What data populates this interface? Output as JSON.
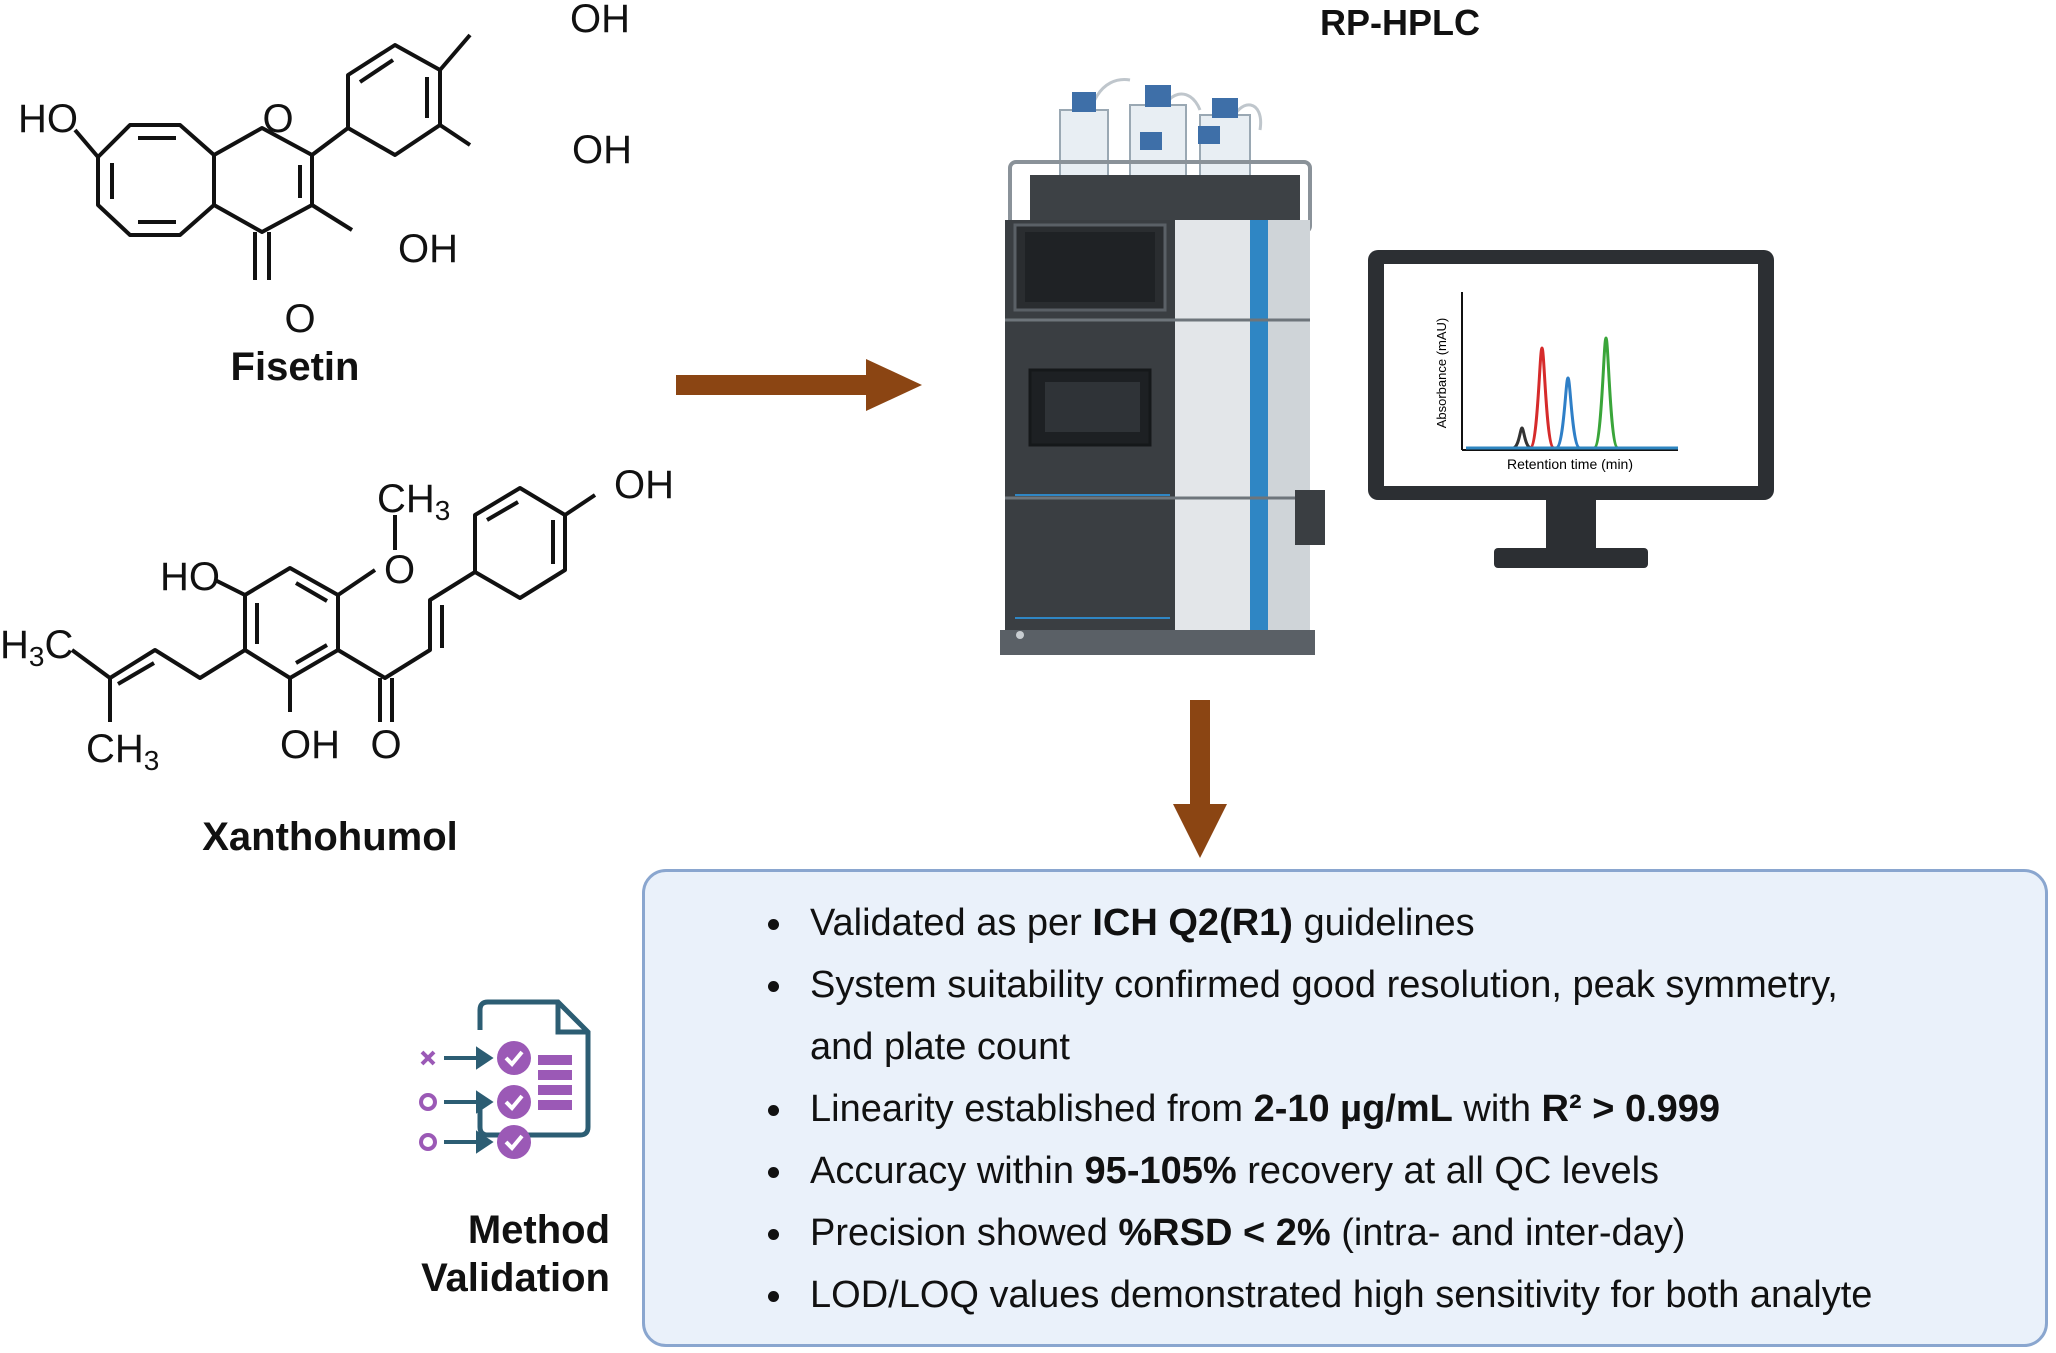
{
  "hplc": {
    "title": "RP-HPLC"
  },
  "compounds": [
    {
      "name": "Fisetin",
      "labels": {
        "ho_left": "HO",
        "ring_o": "O",
        "oh_top": "OH",
        "oh_mid": "OH",
        "oh_c3": "OH",
        "carbonyl_o": "O"
      }
    },
    {
      "name": "Xanthohumol",
      "labels": {
        "oh_para": "OH",
        "ch3_methoxy": "CH",
        "ch3_methoxy_sub": "3",
        "o_methoxy": "O",
        "ho_ring": "HO",
        "h3c": "H",
        "h3c_sub": "3",
        "h3c_c": "C",
        "ch3_lower": "CH",
        "ch3_lower_sub": "3",
        "oh_lower": "OH",
        "carbonyl_o": "O"
      }
    }
  ],
  "monitor": {
    "ylabel": "Absorbance (mAU)",
    "xlabel": "Retention time (min)",
    "colors": {
      "baseline": "#2e86c1",
      "red": "#d62b2b",
      "blue": "#2f7fc7",
      "green": "#3aa53a",
      "black": "#333333"
    }
  },
  "validation": {
    "title_line1": "Method",
    "title_line2": "Validation",
    "items": [
      {
        "pre": "Validated as per ",
        "b1": "ICH Q2(R1)",
        "mid": " guidelines",
        "b2": "",
        "post": ""
      },
      {
        "pre": "System suitability confirmed good resolution, peak symmetry,",
        "b1": "",
        "mid": "",
        "b2": "",
        "post": ""
      },
      {
        "pre": "and plate count",
        "b1": "",
        "mid": "",
        "b2": "",
        "post": "",
        "continuation": true
      },
      {
        "pre": "Linearity established from ",
        "b1": "2-10 µg/mL",
        "mid": " with ",
        "b2": "R² > 0.999",
        "post": ""
      },
      {
        "pre": "Accuracy within ",
        "b1": "95-105%",
        "mid": " recovery at all QC levels",
        "b2": "",
        "post": ""
      },
      {
        "pre": "Precision showed ",
        "b1": "%RSD < 2%",
        "mid": " (intra- and inter-day)",
        "b2": "",
        "post": ""
      },
      {
        "pre": "LOD/LOQ values demonstrated high sensitivity for both analyte",
        "b1": "",
        "mid": "",
        "b2": "",
        "post": ""
      }
    ]
  },
  "colors": {
    "arrow": "#8b4513",
    "box_fill": "#eaf1fa",
    "box_border": "#8aa6cf",
    "icon_purple": "#9b59b6",
    "icon_teal": "#2c5d73"
  }
}
